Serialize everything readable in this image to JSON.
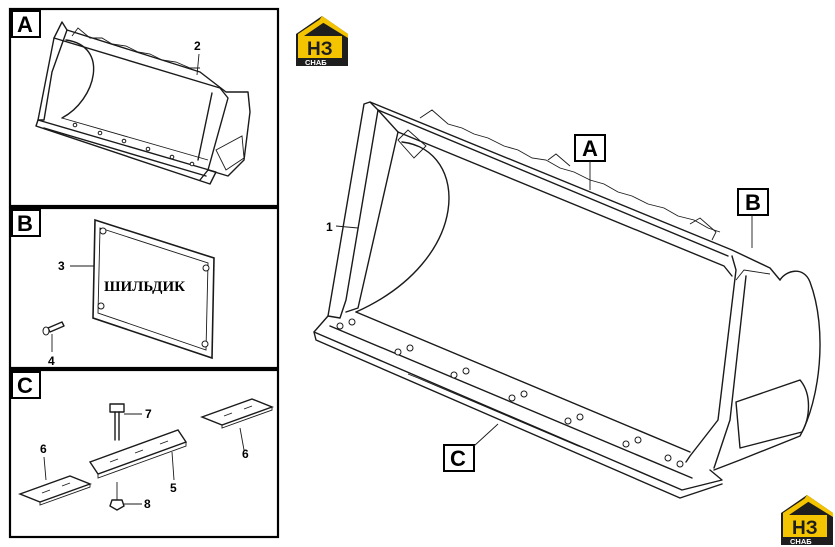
{
  "panels": {
    "a": {
      "tag": "A",
      "callouts": [
        "2"
      ]
    },
    "b": {
      "tag": "B",
      "callouts": [
        "3",
        "4"
      ],
      "plate_text": "ШИЛЬДИК"
    },
    "c": {
      "tag": "C",
      "callouts": [
        "7",
        "6",
        "5",
        "8",
        "6"
      ]
    }
  },
  "main": {
    "callouts": [
      "1"
    ],
    "tags": [
      "A",
      "B",
      "C"
    ]
  },
  "logo": {
    "top": "НЗ",
    "bottom": "СНАБ"
  },
  "colors": {
    "logo_yellow": "#f5c400",
    "logo_dark": "#1e1e1e"
  }
}
